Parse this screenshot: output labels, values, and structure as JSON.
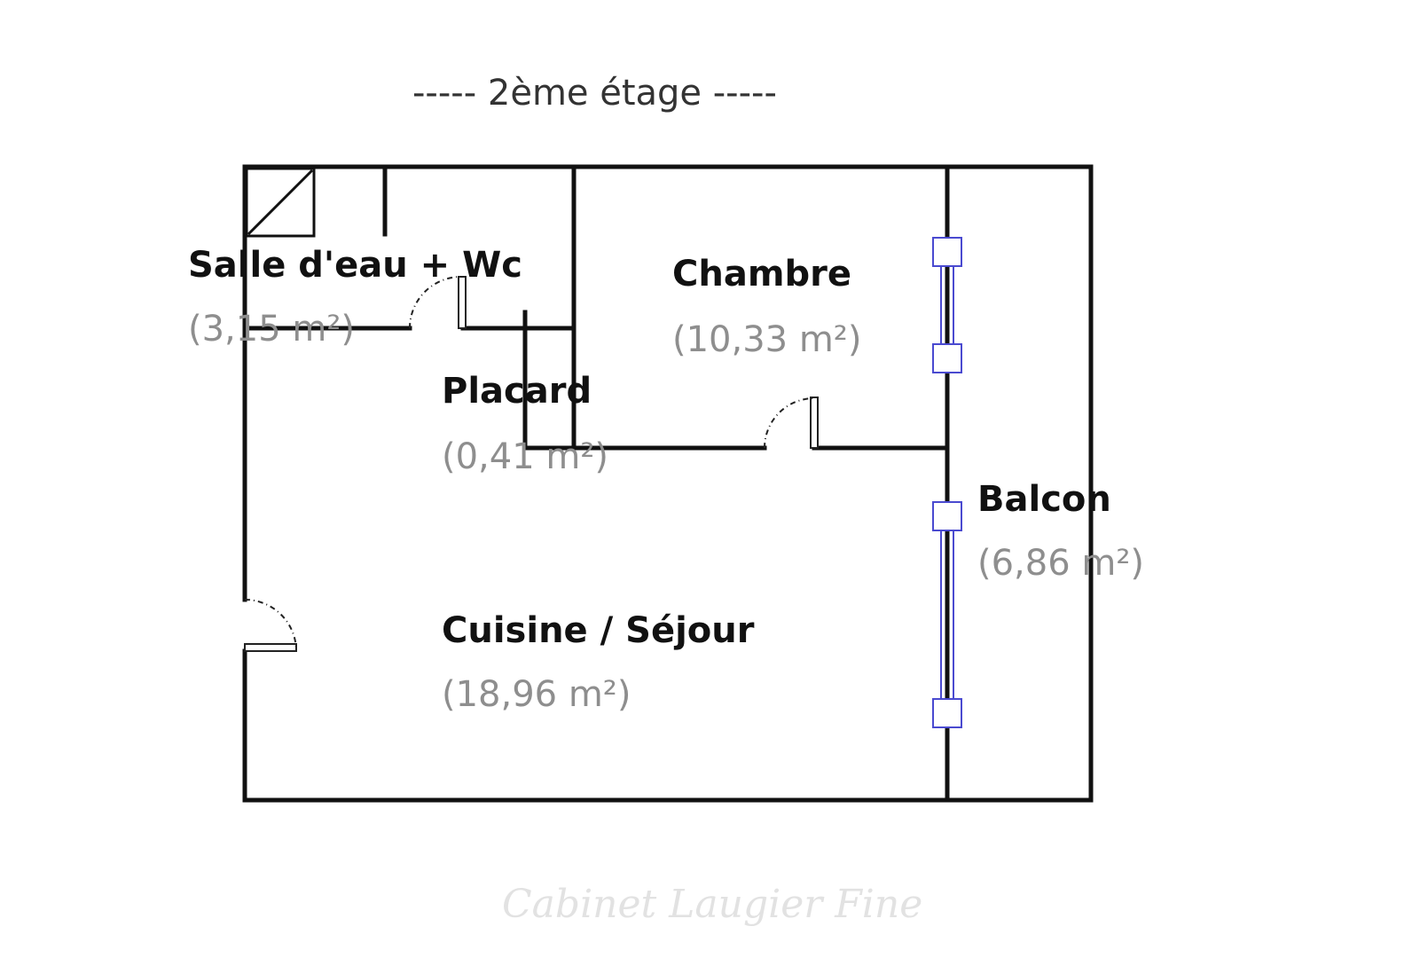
{
  "plan": {
    "floor_title": "-----  2ème étage  -----",
    "watermark": "Cabinet Laugier Fine",
    "colors": {
      "wall": "#111111",
      "window": "#4a4ad0",
      "area_text": "#8e8e8e",
      "watermark": "#e2e2e2"
    },
    "rooms": [
      {
        "id": "salle-deau",
        "name": "Salle d'eau + Wc",
        "area": "(3,15 m²)"
      },
      {
        "id": "chambre",
        "name": "Chambre",
        "area": "(10,33 m²)"
      },
      {
        "id": "placard",
        "name": "Placard",
        "area": "(0,41 m²)"
      },
      {
        "id": "balcon",
        "name": "Balcon",
        "area": "(6,86 m²)"
      },
      {
        "id": "cuisine-sejour",
        "name": "Cuisine / Séjour",
        "area": "(18,96 m²)"
      }
    ]
  }
}
